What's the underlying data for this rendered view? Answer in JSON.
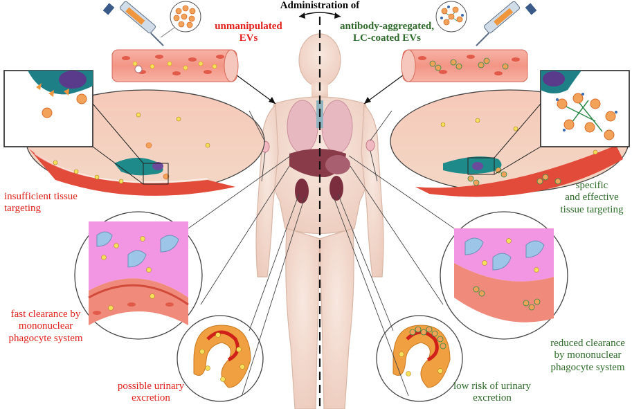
{
  "title": "Administration of",
  "left_heading": [
    "unmanipulated",
    "EVs"
  ],
  "right_heading": [
    "antibody-aggregated,",
    "LC-coated EVs"
  ],
  "left_labels": {
    "tissue": [
      "insufficient tissue",
      "targeting"
    ],
    "clearance": [
      "fast clearance by",
      "mononuclear",
      "phagocyte system"
    ],
    "urinary": [
      "possible urinary",
      "excretion"
    ]
  },
  "right_labels": {
    "tissue": [
      "specific",
      "and effective",
      "tissue targeting"
    ],
    "clearance": [
      "reduced clearance",
      "by mononuclear",
      "phagocyte system"
    ],
    "urinary": [
      "low risk of urinary",
      "excretion"
    ]
  },
  "colors": {
    "left_text": "#e0201b",
    "right_text": "#2e6b2a",
    "ev_fill": "#f0963c",
    "ev_small": "#f4e05a",
    "vessel": "#f08b7c",
    "blood_cell": "#e25a4a",
    "body": "#f4dcd0",
    "mps": "#f090e0",
    "kidney": "#f0a040"
  },
  "icons": [
    "syringe-icon",
    "body-icon",
    "blood-vessel-icon",
    "kidney-icon",
    "cell-icon"
  ]
}
